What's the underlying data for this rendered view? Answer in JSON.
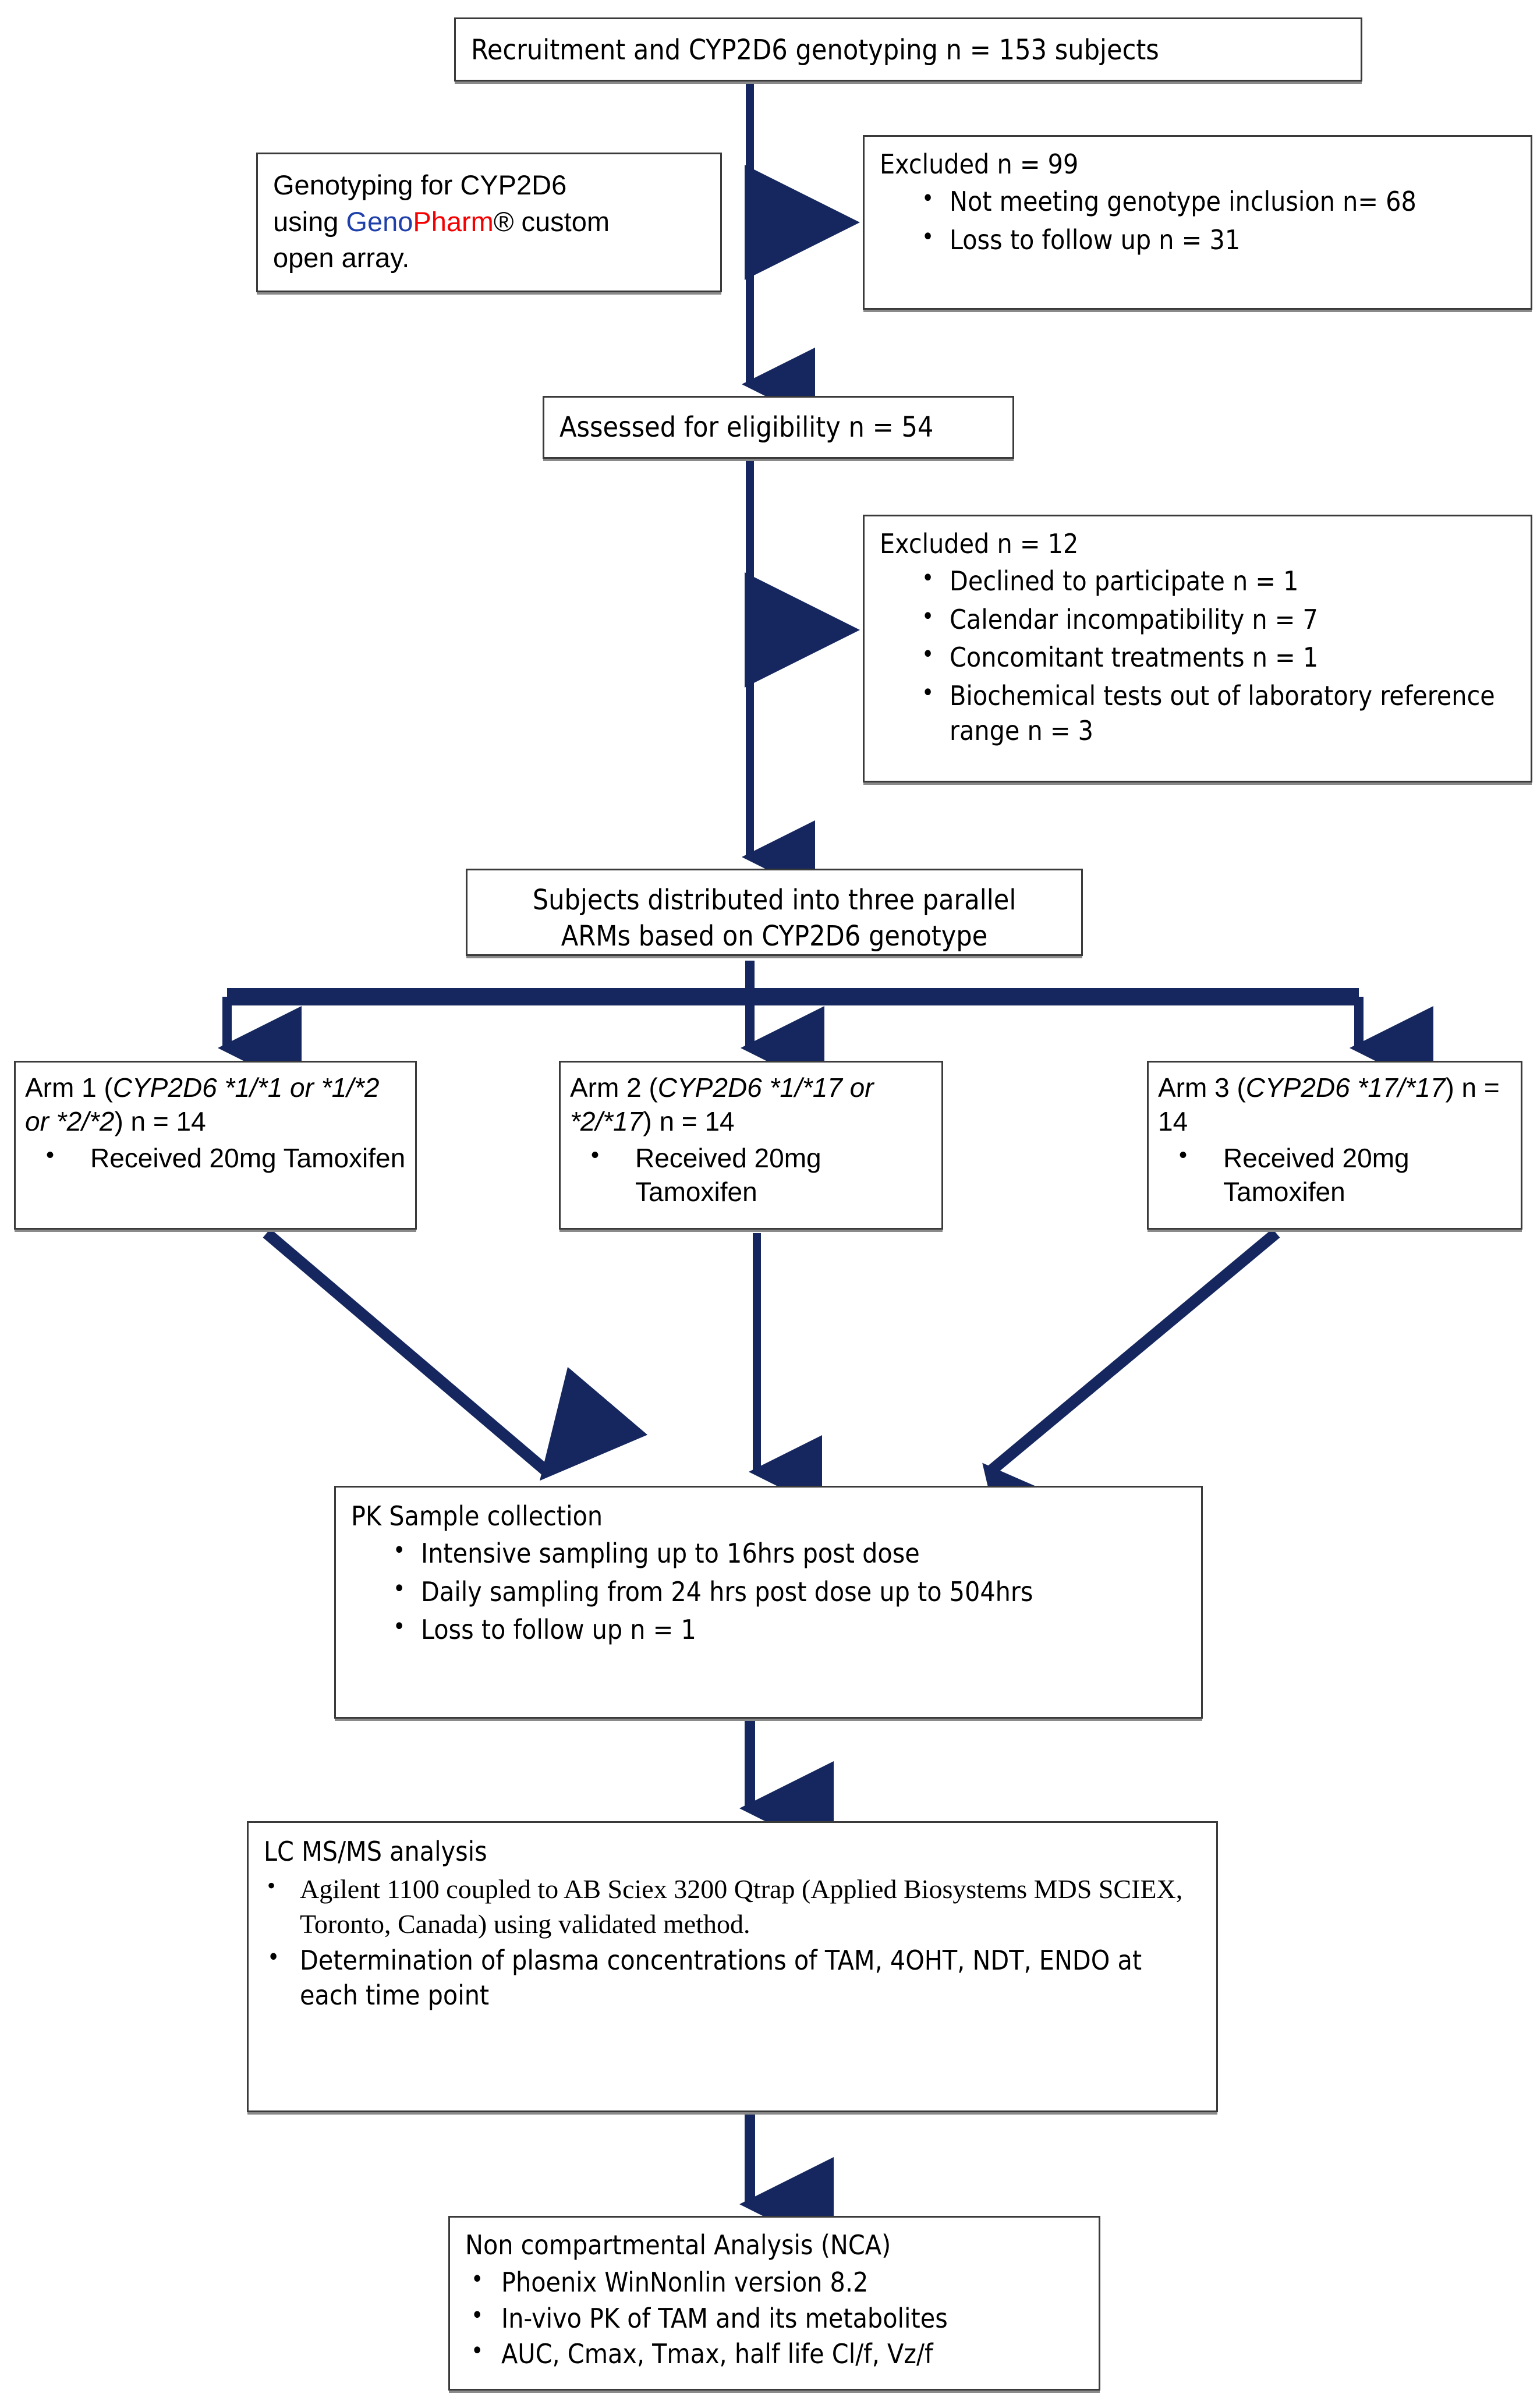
{
  "diagram": {
    "title": "CONSORT-style participant flow diagram for a CYP2D6-genotype-guided tamoxifen pharmacokinetics study",
    "accent_color": "#15275e",
    "box_border_color": "#3a3a3a",
    "brand_colors": {
      "geno": "#1f3faa",
      "pharm": "#f50000"
    }
  },
  "nodes": {
    "recruitment": {
      "text": "Recruitment and CYP2D6 genotyping n = 153 subjects"
    },
    "genotyping_method": {
      "line1": "Genotyping for CYP2D6",
      "line2_pre": "using ",
      "line2_geno": "Geno",
      "line2_pharm": "Pharm",
      "line2_post": "® custom",
      "line3": "open array."
    },
    "excluded_99": {
      "heading": "Excluded n = 99",
      "items": [
        "Not meeting  genotype inclusion n=  68",
        "Loss to follow up n = 31"
      ]
    },
    "assessed": {
      "text": "Assessed for eligibility n = 54"
    },
    "excluded_12": {
      "heading": "Excluded n = 12",
      "items": [
        "Declined to participate n = 1",
        "Calendar incompatibility n = 7",
        "Concomitant treatments n = 1",
        "Biochemical tests out of laboratory reference range n = 3"
      ]
    },
    "distribution": {
      "line1": "Subjects distributed  into three parallel",
      "line2": "ARMs based on CYP2D6 genotype"
    },
    "arm1": {
      "label_pre": "Arm 1 (",
      "gene": "CYP2D6 *1/*1 or *1/*2 or *2/*2",
      "label_post": ") n = 14",
      "items": [
        "Received 20mg Tamoxifen"
      ]
    },
    "arm2": {
      "label_pre": "Arm 2 (",
      "gene": "CYP2D6 *1/*17 or *2/*17",
      "label_post": ") n = 14",
      "items": [
        "Received 20mg Tamoxifen"
      ]
    },
    "arm3": {
      "label_pre": "Arm 3 (",
      "gene": "CYP2D6 *17/*17",
      "label_post": ") n = 14",
      "items": [
        "Received 20mg Tamoxifen"
      ]
    },
    "pk_collection": {
      "heading": "PK Sample collection",
      "items": [
        "Intensive sampling up to 16hrs post dose",
        "Daily sampling from 24 hrs post dose up to 504hrs",
        "Loss to follow up n = 1"
      ]
    },
    "lcmsms": {
      "heading": "LC MS/MS analysis",
      "item1": "Agilent 1100 coupled to AB Sciex 3200 Qtrap (Applied Biosystems MDS SCIEX, Toronto,  Canada) using validated method.",
      "item2": "Determination of plasma concentrations of TAM, 4OHT, NDT, ENDO at each time point"
    },
    "nca": {
      "heading": "Non compartmental Analysis (NCA)",
      "items": [
        "Phoenix WinNonlin version 8.2",
        "In-vivo PK of TAM and its metabolites",
        "AUC,  Cmax, Tmax, half life Cl/f, Vz/f"
      ]
    }
  }
}
